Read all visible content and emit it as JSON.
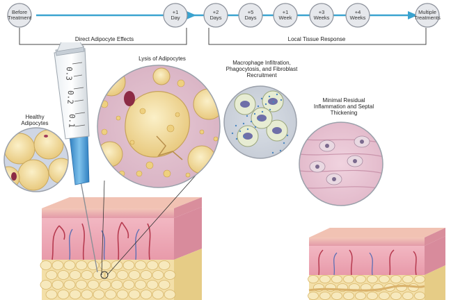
{
  "timeline": {
    "nodes": [
      {
        "l1": "Before",
        "l2": "Treatment"
      },
      {
        "l1": "+1",
        "l2": "Day"
      },
      {
        "l1": "+2",
        "l2": "Days"
      },
      {
        "l1": "+5",
        "l2": "Days"
      },
      {
        "l1": "+1",
        "l2": "Week"
      },
      {
        "l1": "+3",
        "l2": "Weeks"
      },
      {
        "l1": "+4",
        "l2": "Weeks"
      },
      {
        "l1": "Multiple",
        "l2": "Treatments"
      }
    ],
    "bracket_direct": "Direct Adipocyte Effects",
    "bracket_local": "Local Tissue Response"
  },
  "labels": {
    "healthy": "Healthy Adipocytes",
    "lysis": "Lysis of Adipocytes",
    "macrophage": "Macrophage Infiltration, Phagocytosis, and Fibroblast Recruitment",
    "minimal": "Minimal Residual Inflammation and Septal Thickening"
  },
  "syringe": {
    "marks": [
      "0.3",
      "0.2",
      "0.1"
    ]
  },
  "colors": {
    "node_fill": "#e6e8ec",
    "node_stroke": "#8a8f99",
    "timeline_arrow": "#3aa3cf",
    "skin_pink": "#e8a9b5",
    "fat_yellow": "#f2dfa6",
    "syringe_blue": "#5aa8dc"
  }
}
